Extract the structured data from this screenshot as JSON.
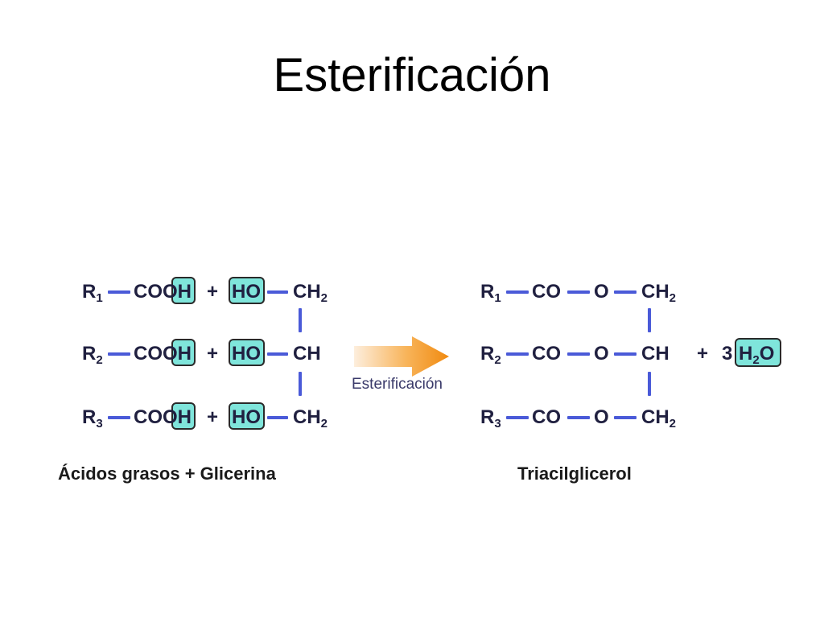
{
  "slide": {
    "title": "Esterificación"
  },
  "reactants": {
    "rows": [
      {
        "r": "R",
        "r_sub": "1",
        "acid_main": "COO",
        "acid_h": "H",
        "plus": "+",
        "ho": "HO",
        "carbon": "CH",
        "carbon_sub": "2"
      },
      {
        "r": "R",
        "r_sub": "2",
        "acid_main": "COO",
        "acid_h": "H",
        "plus": "+",
        "ho": "HO",
        "carbon": "CH",
        "carbon_sub": ""
      },
      {
        "r": "R",
        "r_sub": "3",
        "acid_main": "COO",
        "acid_h": "H",
        "plus": "+",
        "ho": "HO",
        "carbon": "CH",
        "carbon_sub": "2"
      }
    ],
    "caption": "Ácidos grasos  +  Glicerina"
  },
  "reaction_arrow": {
    "label": "Esterificación"
  },
  "products": {
    "rows": [
      {
        "r": "R",
        "r_sub": "1",
        "co": "CO",
        "o": "O",
        "carbon": "CH",
        "carbon_sub": "2"
      },
      {
        "r": "R",
        "r_sub": "2",
        "co": "CO",
        "o": "O",
        "carbon": "CH",
        "carbon_sub": ""
      },
      {
        "r": "R",
        "r_sub": "3",
        "co": "CO",
        "o": "O",
        "carbon": "CH",
        "carbon_sub": "2"
      }
    ],
    "water": {
      "plus": "+",
      "coef": "3",
      "h": "H",
      "h_sub": "2",
      "o": "O"
    },
    "caption": "Triacilglicerol"
  },
  "colors": {
    "bond": "#4a5ad8",
    "highlight": "#7fe5db",
    "arrow_start": "#fde6c8",
    "arrow_end": "#f08a10"
  }
}
